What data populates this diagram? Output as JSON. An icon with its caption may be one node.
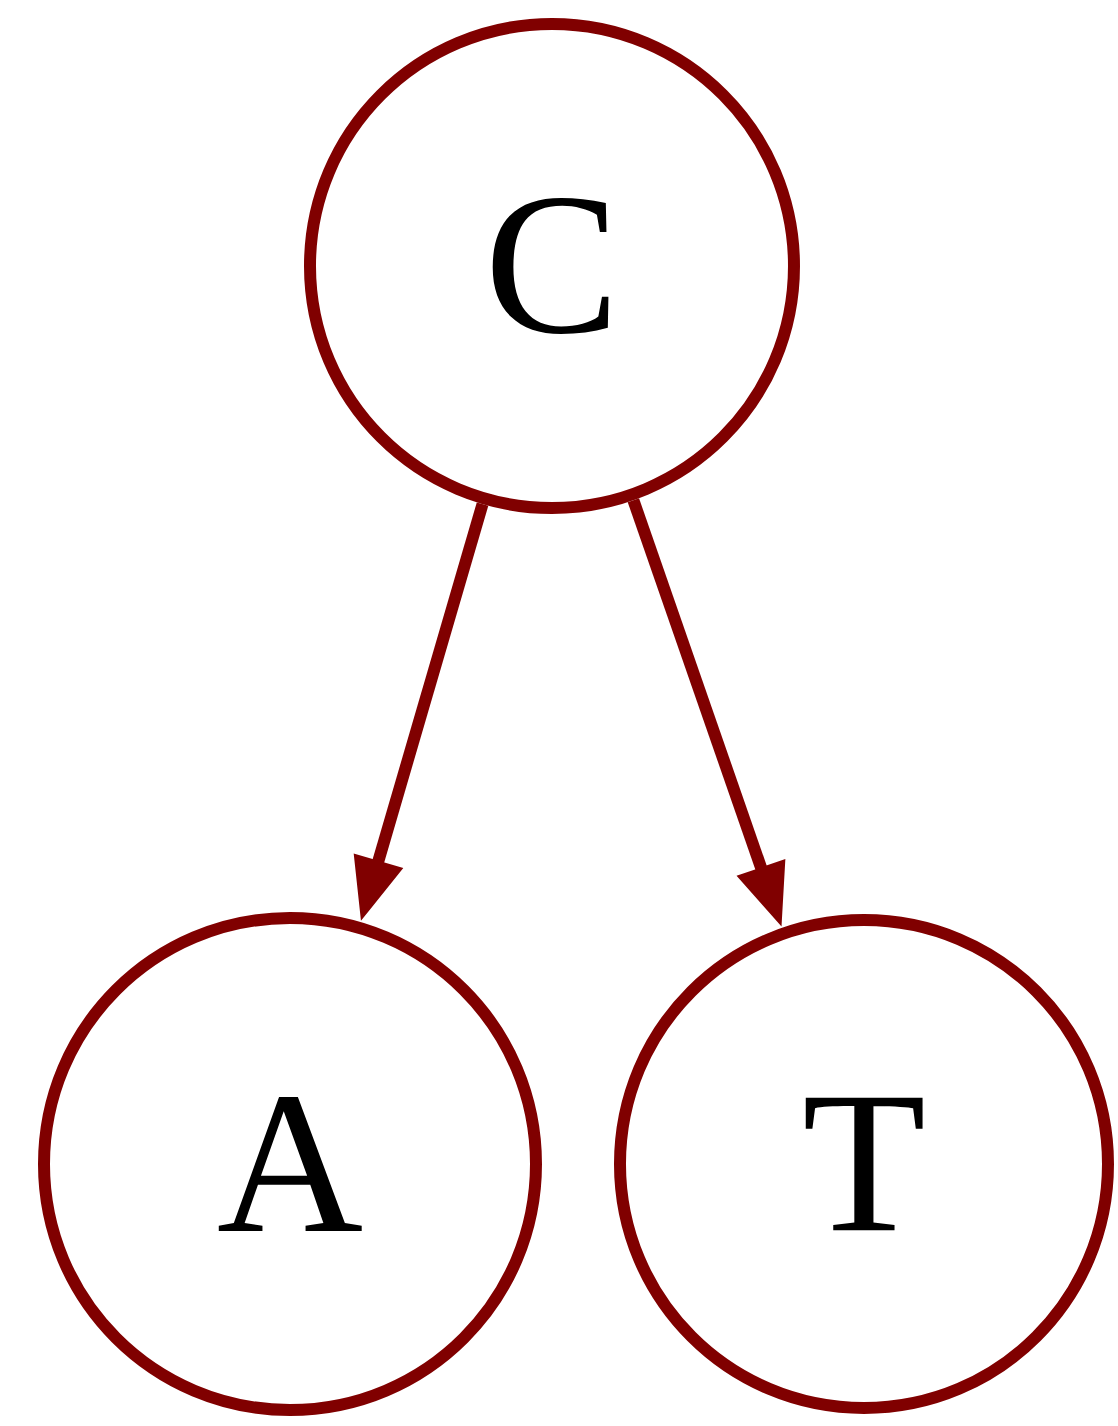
{
  "diagram": {
    "nodes": [
      {
        "text": [
          "C"
        ]
      },
      {
        "text": [
          "A"
        ]
      },
      {
        "text": [
          "T"
        ]
      }
    ],
    "edges": [
      {
        "from": 0,
        "to": 1,
        "arrow": "to"
      },
      {
        "from": 0,
        "to": 2,
        "arrow": "to"
      }
    ]
  }
}
